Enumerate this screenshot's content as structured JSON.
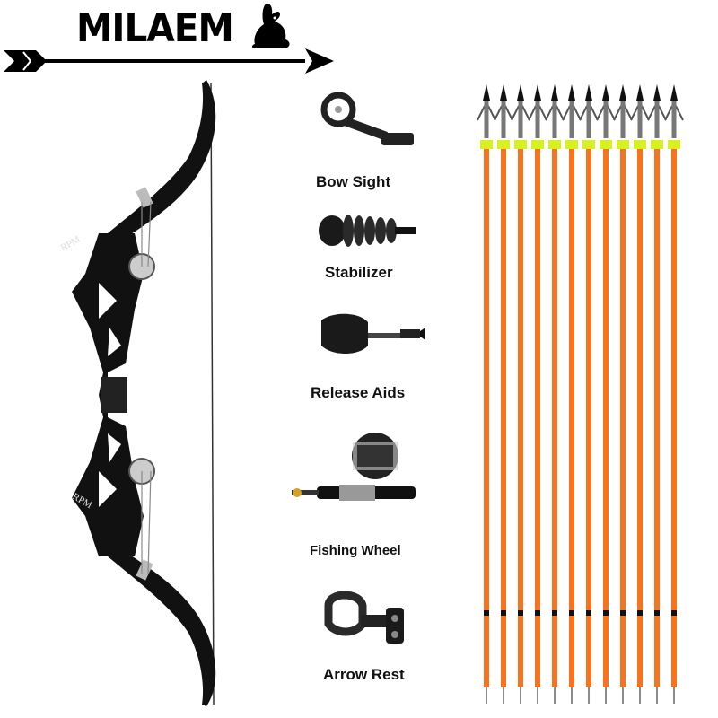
{
  "brand": {
    "name": "MILAEM"
  },
  "accessories": [
    {
      "label": "Bow Sight",
      "icon": "bow-sight-icon"
    },
    {
      "label": "Stabilizer",
      "icon": "stabilizer-icon"
    },
    {
      "label": "Release Aids",
      "icon": "release-aid-icon"
    },
    {
      "label": "Fishing Wheel",
      "icon": "fishing-reel-icon"
    },
    {
      "label": "Arrow Rest",
      "icon": "arrow-rest-icon"
    }
  ],
  "bow": {
    "limb_marking": "RPM"
  },
  "arrows": {
    "count": 12,
    "shaft_color": "#f7731e",
    "nock_band_color": "#d8f020"
  },
  "colors": {
    "bow": "#111111",
    "shaft": "#f7731e",
    "band": "#d8f020"
  }
}
